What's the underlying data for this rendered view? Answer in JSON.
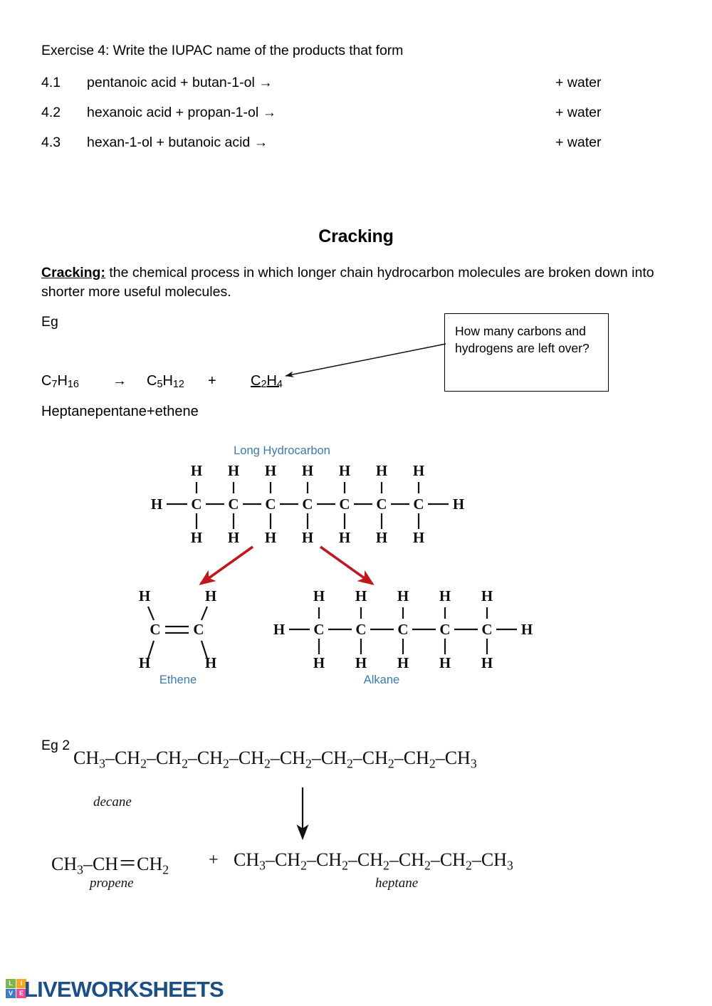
{
  "exercise": {
    "heading": "Exercise 4: Write the IUPAC name of the products that form",
    "rows": [
      {
        "number": "4.1",
        "reactants": "pentanoic acid + butan-1-ol →",
        "trailing": "+ water"
      },
      {
        "number": "4.2",
        "reactants": "hexanoic acid + propan-1-ol →",
        "trailing": "+ water"
      },
      {
        "number": "4.3",
        "reactants": "hexan-1-ol + butanoic acid →",
        "trailing": "+ water"
      }
    ]
  },
  "section": {
    "title": "Cracking",
    "definition_term": "Cracking:",
    "definition_text": " the chemical process in which longer chain hydrocarbon molecules are broken down into shorter more useful molecules.",
    "eg_label": "Eg",
    "eg2_label": "Eg 2"
  },
  "callout": {
    "text": "How many carbons and hydrogens are left over?"
  },
  "equation": {
    "reactant": {
      "formula": "C7H16",
      "parts": [
        "C",
        "7",
        "H",
        "16"
      ]
    },
    "arrow": "→",
    "product1": {
      "parts": [
        "C",
        "5",
        "H",
        "12"
      ]
    },
    "plus": "+",
    "product2": {
      "parts": [
        "C",
        "2",
        "H",
        "4"
      ]
    },
    "names": {
      "reactant": "Heptane",
      "product1": "pentane",
      "plus": "+",
      "product2": "ethene"
    }
  },
  "diagram": {
    "long_chain_label": "Long Hydrocarbon",
    "long_chain_carbons": 7,
    "long_chain_atom": "C",
    "hydrogen_atom": "H",
    "ethene_label": "Ethene",
    "ethene_carbons": 2,
    "alkane_label": "Alkane",
    "alkane_carbons": 5,
    "arrow_color": "#c0171c",
    "label_color": "#3d7aa8",
    "bond_color": "#111111"
  },
  "eg2": {
    "decane": {
      "name": "decane",
      "groups": [
        "CH3",
        "CH2",
        "CH2",
        "CH2",
        "CH2",
        "CH2",
        "CH2",
        "CH2",
        "CH2",
        "CH3"
      ],
      "formula_text": "CH3–CH2–CH2–CH2–CH2–CH2–CH2–CH2–CH2–CH3"
    },
    "arrow": "↓",
    "propene": {
      "name": "propene",
      "formula_text": "CH3–CH＝CH2"
    },
    "plus": "+",
    "heptane": {
      "name": "heptane",
      "groups": [
        "CH3",
        "CH2",
        "CH2",
        "CH2",
        "CH2",
        "CH2",
        "CH3"
      ],
      "formula_text": "CH3–CH2–CH2–CH2–CH2–CH2–CH3"
    }
  },
  "footer": {
    "logo_letters": [
      "LI",
      "VE"
    ],
    "logo_cells": [
      "L",
      "I",
      "V",
      "E"
    ],
    "wordmark": "LIVEWORKSHEETS",
    "brand_color": "#1b4f86"
  }
}
